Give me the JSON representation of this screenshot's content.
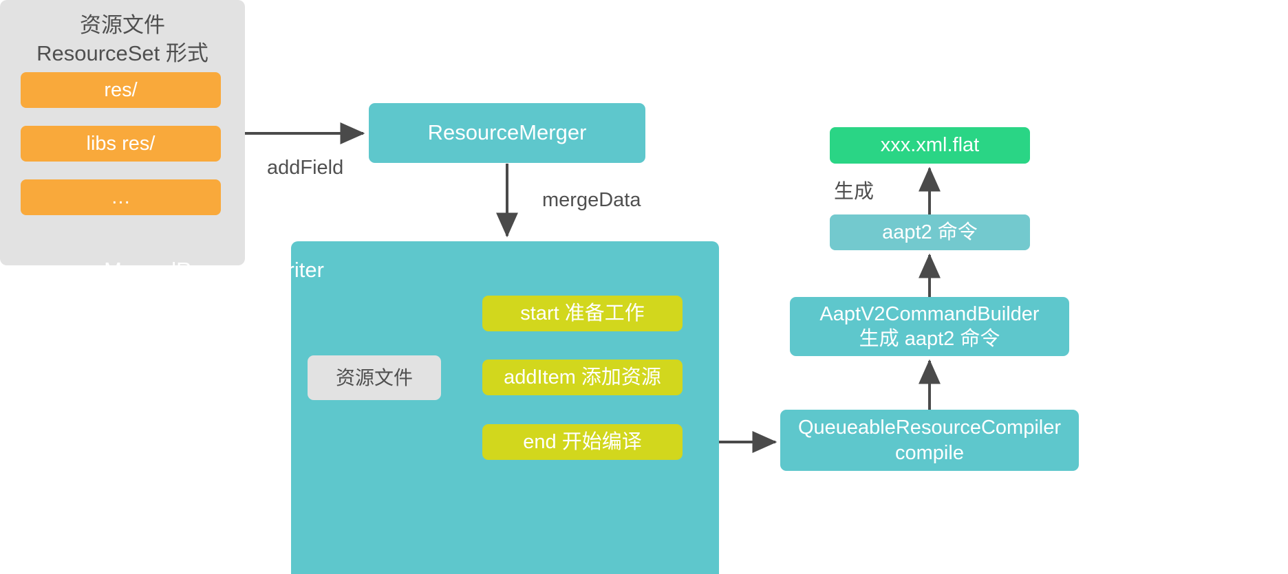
{
  "diagram": {
    "title_hidden": "",
    "colors": {
      "teal": "#5EC7CC",
      "teal_light": "#73C9CE",
      "orange": "#F9A93B",
      "yellow": "#D2D71D",
      "green": "#2AD585",
      "gray_panel": "#E2E2E2",
      "text_dark": "#4F4F4F",
      "arrow": "#4A4A4A"
    },
    "resource_set_panel": {
      "title": "资源文件\nResourceSet 形式",
      "items": [
        {
          "label": "res/"
        },
        {
          "label": "libs res/"
        },
        {
          "label": "…"
        }
      ]
    },
    "resource_merger": {
      "label": "ResourceMerger"
    },
    "merged_resource_writer": {
      "title": "MergedResourceWriter",
      "steps": [
        {
          "label": "start 准备工作"
        },
        {
          "label": "addItem 添加资源"
        },
        {
          "label": "end 开始编译"
        }
      ],
      "input_node": {
        "label": "资源文件"
      }
    },
    "right_column": {
      "xml_flat": {
        "label": "xxx.xml.flat"
      },
      "aapt2_command": {
        "label": "aapt2 命令"
      },
      "aapt_builder": {
        "label": "AaptV2CommandBuilder\n生成 aapt2 命令"
      },
      "queueable_compiler": {
        "label": "QueueableResourceCompiler\ncompile"
      }
    },
    "edge_labels": {
      "add_field": "addField",
      "merge_data": "mergeData",
      "sheng_cheng": "生成"
    }
  }
}
